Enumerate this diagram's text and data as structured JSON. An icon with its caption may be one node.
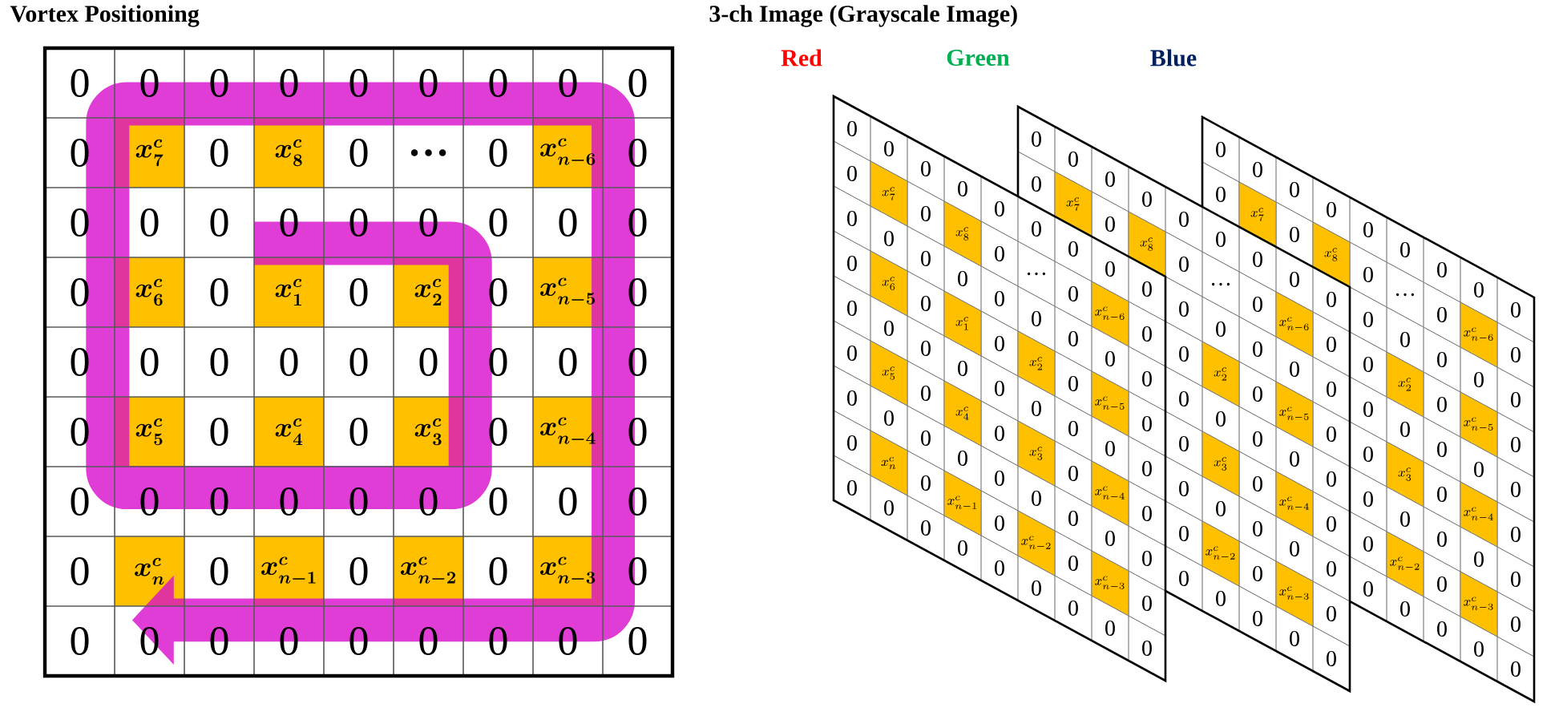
{
  "diagram": {
    "labels": [
      "Vortex Positioning",
      "3-ch Image (Grayscale Image)",
      "Red",
      "Green",
      "Blue",
      "0",
      "0",
      "0",
      "0",
      "0",
      "0",
      "0",
      "0",
      "0",
      "0",
      "x_{7}^{c}",
      "0",
      "x_{8}^{c}",
      "0",
      "…",
      "0",
      "x_{n-6}^{c}",
      "0",
      "0",
      "0",
      "0",
      "0",
      "0",
      "0",
      "0",
      "0",
      "0",
      "0",
      "x_{6}^{c}",
      "0",
      "x_{1}^{c}",
      "0",
      "x_{2}^{c}",
      "0",
      "x_{n-5}^{c}",
      "0",
      "0",
      "0",
      "0",
      "0",
      "0",
      "0",
      "0",
      "0",
      "0",
      "0",
      "x_{5}^{c}",
      "0",
      "x_{4}^{c}",
      "0",
      "x_{3}^{c}",
      "0",
      "x_{n-4}^{c}",
      "0",
      "0",
      "0",
      "0",
      "0",
      "0",
      "0",
      "0",
      "0",
      "0",
      "0",
      "x_{n}^{c}",
      "0",
      "x_{n-1}^{c}",
      "0",
      "x_{n-2}^{c}",
      "0",
      "x_{n-3}^{c}",
      "0",
      "0",
      "0",
      "0",
      "0",
      "0",
      "0",
      "0",
      "0",
      "0",
      "0",
      "0",
      "0",
      "0",
      "0",
      "0",
      "0",
      "0",
      "0",
      "0",
      "x_{7}^{c}",
      "0",
      "x_{6}^{c}",
      "0",
      "x_{5}^{c}",
      "0",
      "x_{n}^{c}",
      "0",
      "0",
      "0",
      "0",
      "0",
      "0",
      "0",
      "0",
      "0",
      "0",
      "0",
      "x_{8}^{c}",
      "0",
      "x_{1}^{c}",
      "0",
      "x_{4}^{c}",
      "0",
      "x_{n-1}^{c}",
      "0",
      "0",
      "0",
      "0",
      "0",
      "0",
      "0",
      "0",
      "0",
      "0",
      "0",
      "…",
      "0",
      "x_{2}^{c}",
      "0",
      "x_{3}^{c}",
      "0",
      "x_{n-2}^{c}",
      "0",
      "0",
      "0",
      "0",
      "0",
      "0",
      "0",
      "0",
      "0",
      "0",
      "0",
      "x_{n-6}^{c}",
      "0",
      "x_{n-5}^{c}",
      "0",
      "x_{n-4}^{c}",
      "0",
      "x_{n-3}^{c}",
      "0",
      "0",
      "0",
      "0",
      "0",
      "0",
      "0",
      "0",
      "0",
      "0",
      "0",
      "0",
      "0",
      "x_{7}^{c}",
      "0",
      "0",
      "0",
      "x_{8}^{c}",
      "0",
      "0",
      "0",
      "0",
      "0",
      "0",
      "0",
      "0",
      "0",
      "0",
      "…",
      "0",
      "x_{2}^{c}",
      "0",
      "x_{3}^{c}",
      "0",
      "x_{n-2}^{c}",
      "0",
      "0",
      "0",
      "0",
      "0",
      "0",
      "0",
      "0",
      "0",
      "0",
      "0",
      "x_{n-6}^{c}",
      "0",
      "x_{n-5}^{c}",
      "0",
      "x_{n-4}^{c}",
      "0",
      "x_{n-3}^{c}",
      "0",
      "0",
      "0",
      "0",
      "0",
      "0",
      "0",
      "0",
      "0",
      "0",
      "0",
      "0",
      "0",
      "x_{7}^{c}",
      "0",
      "0",
      "0",
      "x_{8}^{c}",
      "0",
      "0",
      "0",
      "0",
      "0",
      "0",
      "0",
      "0",
      "0",
      "0",
      "…",
      "0",
      "x_{2}^{c}",
      "0",
      "x_{3}^{c}",
      "0",
      "x_{n-2}^{c}",
      "0",
      "0",
      "0",
      "0",
      "0",
      "0",
      "0",
      "0",
      "0",
      "0",
      "0",
      "x_{n-6}^{c}",
      "0",
      "x_{n-5}^{c}",
      "0",
      "x_{n-4}^{c}",
      "0",
      "x_{n-3}^{c}",
      "0",
      "0",
      "0",
      "0",
      "0",
      "0",
      "0",
      "0",
      "0",
      "0"
    ]
  }
}
